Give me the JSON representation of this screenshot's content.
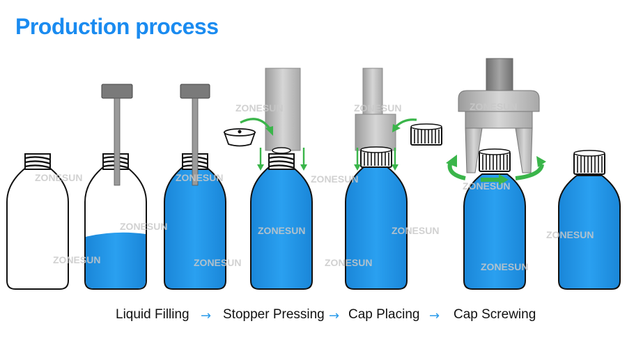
{
  "title": "Production process",
  "watermark": "ZONESUN",
  "steps": [
    {
      "label": "Liquid Filling"
    },
    {
      "label": "Stopper Pressing"
    },
    {
      "label": "Cap Placing"
    },
    {
      "label": "Cap Screwing"
    }
  ],
  "colors": {
    "title": "#1a8bf0",
    "liquid": "#1c95e6",
    "liquid_light": "#5ab8f5",
    "arrow_green": "#3ab54a",
    "step_arrow": "#2a9bea",
    "machine_gray": "#bdbdbd",
    "machine_dark": "#8a8a8a"
  }
}
